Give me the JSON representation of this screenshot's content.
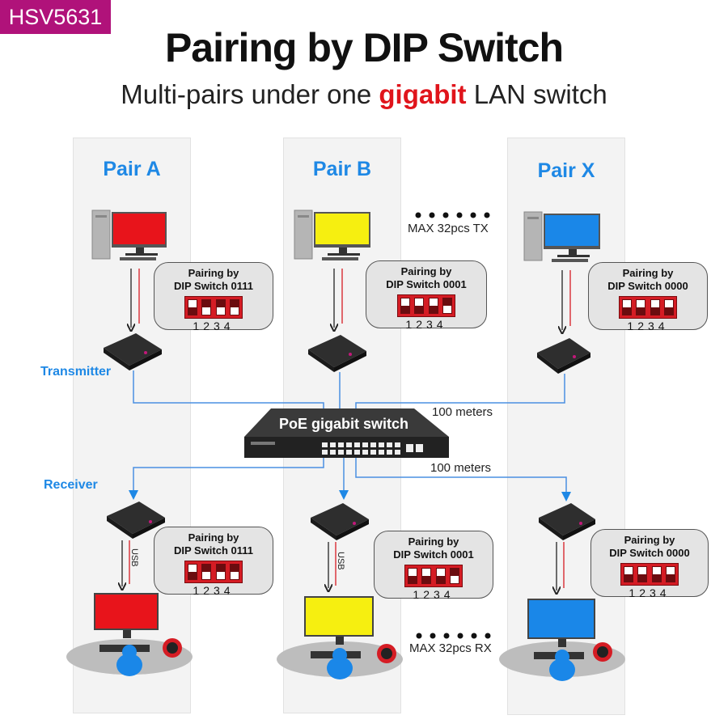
{
  "badge": "HSV5631",
  "title": "Pairing by DIP Switch",
  "subtitle": {
    "before": "Multi-pairs under one ",
    "highlight": "gigabit",
    "after": " LAN switch"
  },
  "labels": {
    "transmitter": "Transmitter",
    "receiver": "Receiver",
    "max_tx": "MAX 32pcs TX",
    "max_rx": "MAX 32pcs RX",
    "distance_tx": "100 meters",
    "distance_rx": "100 meters",
    "switch": "PoE gigabit switch",
    "usb": "USB",
    "dip_numbers": "1234"
  },
  "pairs": [
    {
      "name": "Pair A",
      "screen_color": "#e8141b",
      "tx_bubble": {
        "line1": "Pairing by",
        "line2": "DIP Switch 0111",
        "states": [
          0,
          1,
          1,
          1
        ]
      },
      "rx_bubble": {
        "line1": "Pairing by",
        "line2": "DIP Switch 0111",
        "states": [
          0,
          1,
          1,
          1
        ]
      }
    },
    {
      "name": "Pair B",
      "screen_color": "#f6ef10",
      "tx_bubble": {
        "line1": "Pairing by",
        "line2": "DIP Switch 0001",
        "states": [
          0,
          0,
          0,
          1
        ]
      },
      "rx_bubble": {
        "line1": "Pairing by",
        "line2": "DIP Switch 0001",
        "states": [
          0,
          0,
          0,
          1
        ]
      }
    },
    {
      "name": "Pair X",
      "screen_color": "#1a87e8",
      "tx_bubble": {
        "line1": "Pairing by",
        "line2": "DIP Switch 0000",
        "states": [
          0,
          0,
          0,
          0
        ]
      },
      "rx_bubble": {
        "line1": "Pairing by",
        "line2": "DIP Switch 0000",
        "states": [
          0,
          0,
          0,
          0
        ]
      }
    }
  ],
  "colors": {
    "accent": "#1e88e5",
    "badge": "#b0127a",
    "highlight": "#e0141b"
  }
}
